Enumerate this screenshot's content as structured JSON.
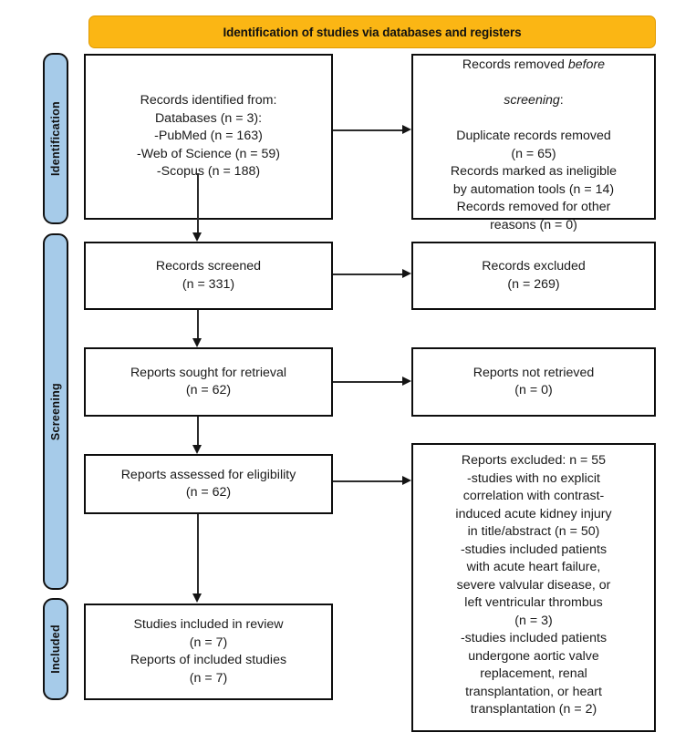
{
  "diagram": {
    "type": "prisma-flow-diagram",
    "title": "Identification of studies via databases and registers",
    "colors": {
      "banner": "#FBB614",
      "stage_bar": "#A6CBE9",
      "box_border": "#0D0D0D",
      "text": "#1A1A1A"
    }
  },
  "banner": {
    "label": "Identification of studies via databases and registers"
  },
  "stages": [
    {
      "id": "identification",
      "label": "Identification"
    },
    {
      "id": "screening",
      "label": "Screening"
    },
    {
      "id": "included",
      "label": "Included"
    }
  ],
  "boxes": {
    "records_identified": {
      "lines": [
        "Records identified from:",
        "Databases (n = 3):",
        "-PubMed (n = 163)",
        "-Web of Science (n = 59)",
        "-Scopus (n = 188)"
      ]
    },
    "records_removed": {
      "line1_pre": "Records removed ",
      "line1_italic": "before",
      "line2_italic": "screening",
      "line2_post": ":",
      "lines_rest": [
        "Duplicate records removed",
        "(n = 65)",
        "Records marked as ineligible",
        "by automation tools (n = 14)",
        "Records removed for other",
        "reasons (n = 0)"
      ]
    },
    "records_screened": {
      "lines": [
        "Records screened",
        "(n = 331)"
      ]
    },
    "records_excluded": {
      "lines": [
        "Records excluded",
        "(n = 269)"
      ]
    },
    "reports_sought": {
      "lines": [
        "Reports sought for retrieval",
        "(n = 62)"
      ]
    },
    "reports_not_retrieved": {
      "lines": [
        "Reports not retrieved",
        "(n = 0)"
      ]
    },
    "reports_assessed": {
      "lines": [
        "Reports assessed for eligibility",
        "(n = 62)"
      ]
    },
    "reports_excluded": {
      "lines": [
        "Reports excluded: n = 55",
        "-studies with no explicit",
        "correlation with contrast-",
        "induced acute kidney injury",
        "in title/abstract (n = 50)",
        "-studies included patients",
        "with acute heart failure,",
        "severe valvular disease, or",
        "left ventricular thrombus",
        "(n = 3)",
        "-studies included patients",
        "undergone aortic valve",
        "replacement, renal",
        "transplantation, or heart",
        "transplantation (n = 2)"
      ]
    },
    "studies_included": {
      "lines": [
        "Studies included in review",
        "(n = 7)",
        "Reports of included studies",
        "(n = 7)"
      ]
    }
  },
  "counts": {
    "databases": 3,
    "pubmed": 163,
    "web_of_science": 59,
    "scopus": 188,
    "duplicates_removed": 65,
    "ineligible_automation": 14,
    "removed_other": 0,
    "screened": 331,
    "excluded_screening": 269,
    "sought_for_retrieval": 62,
    "not_retrieved": 0,
    "assessed_eligibility": 62,
    "reports_excluded_total": 55,
    "excluded_no_correlation": 50,
    "excluded_comorbidity": 3,
    "excluded_procedure": 2,
    "studies_included": 7,
    "reports_included": 7
  }
}
